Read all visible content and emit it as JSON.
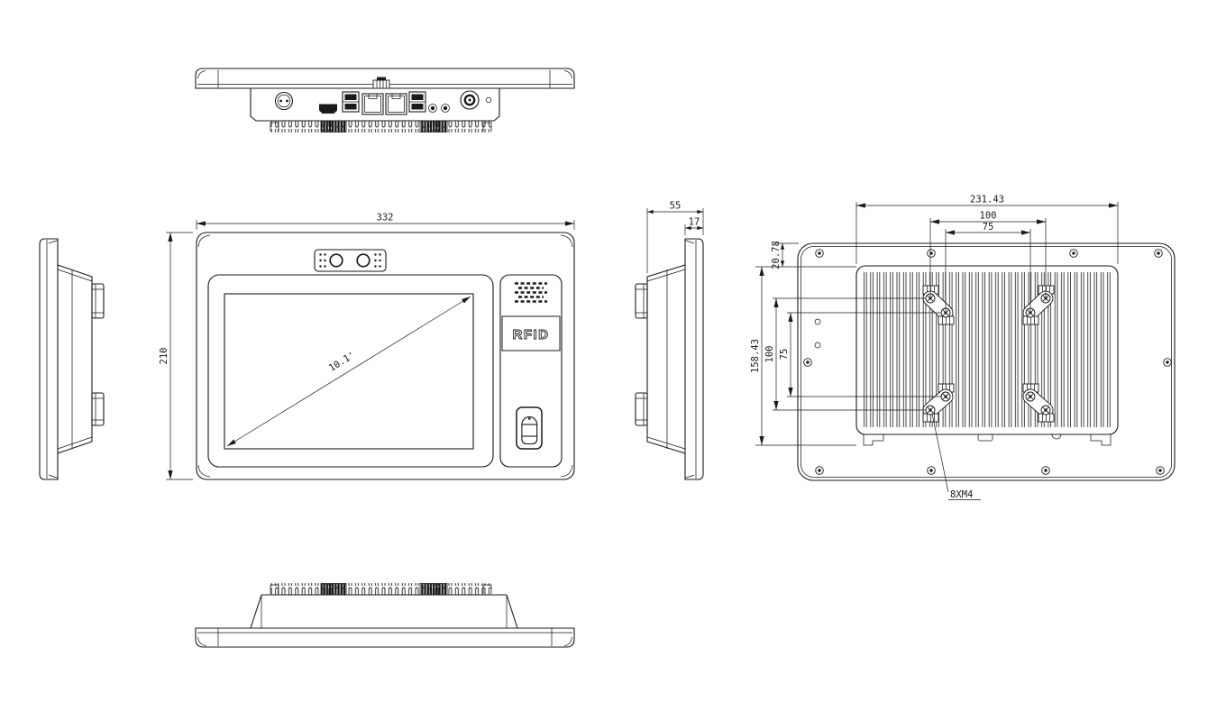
{
  "dimensions": {
    "front_width": "332",
    "front_height": "210",
    "screen_diagonal": "10.1'",
    "depth_total": "55",
    "depth_front": "17",
    "rear_mount_width": "231.43",
    "rear_mount_height": "158.43",
    "rear_top_offset": "20.78",
    "vesa_width_100": "100",
    "vesa_width_75": "75",
    "vesa_height_100": "100",
    "vesa_height_75": "75",
    "vesa_screw_note": "8XM4"
  },
  "labels": {
    "rfid": "RFID"
  }
}
